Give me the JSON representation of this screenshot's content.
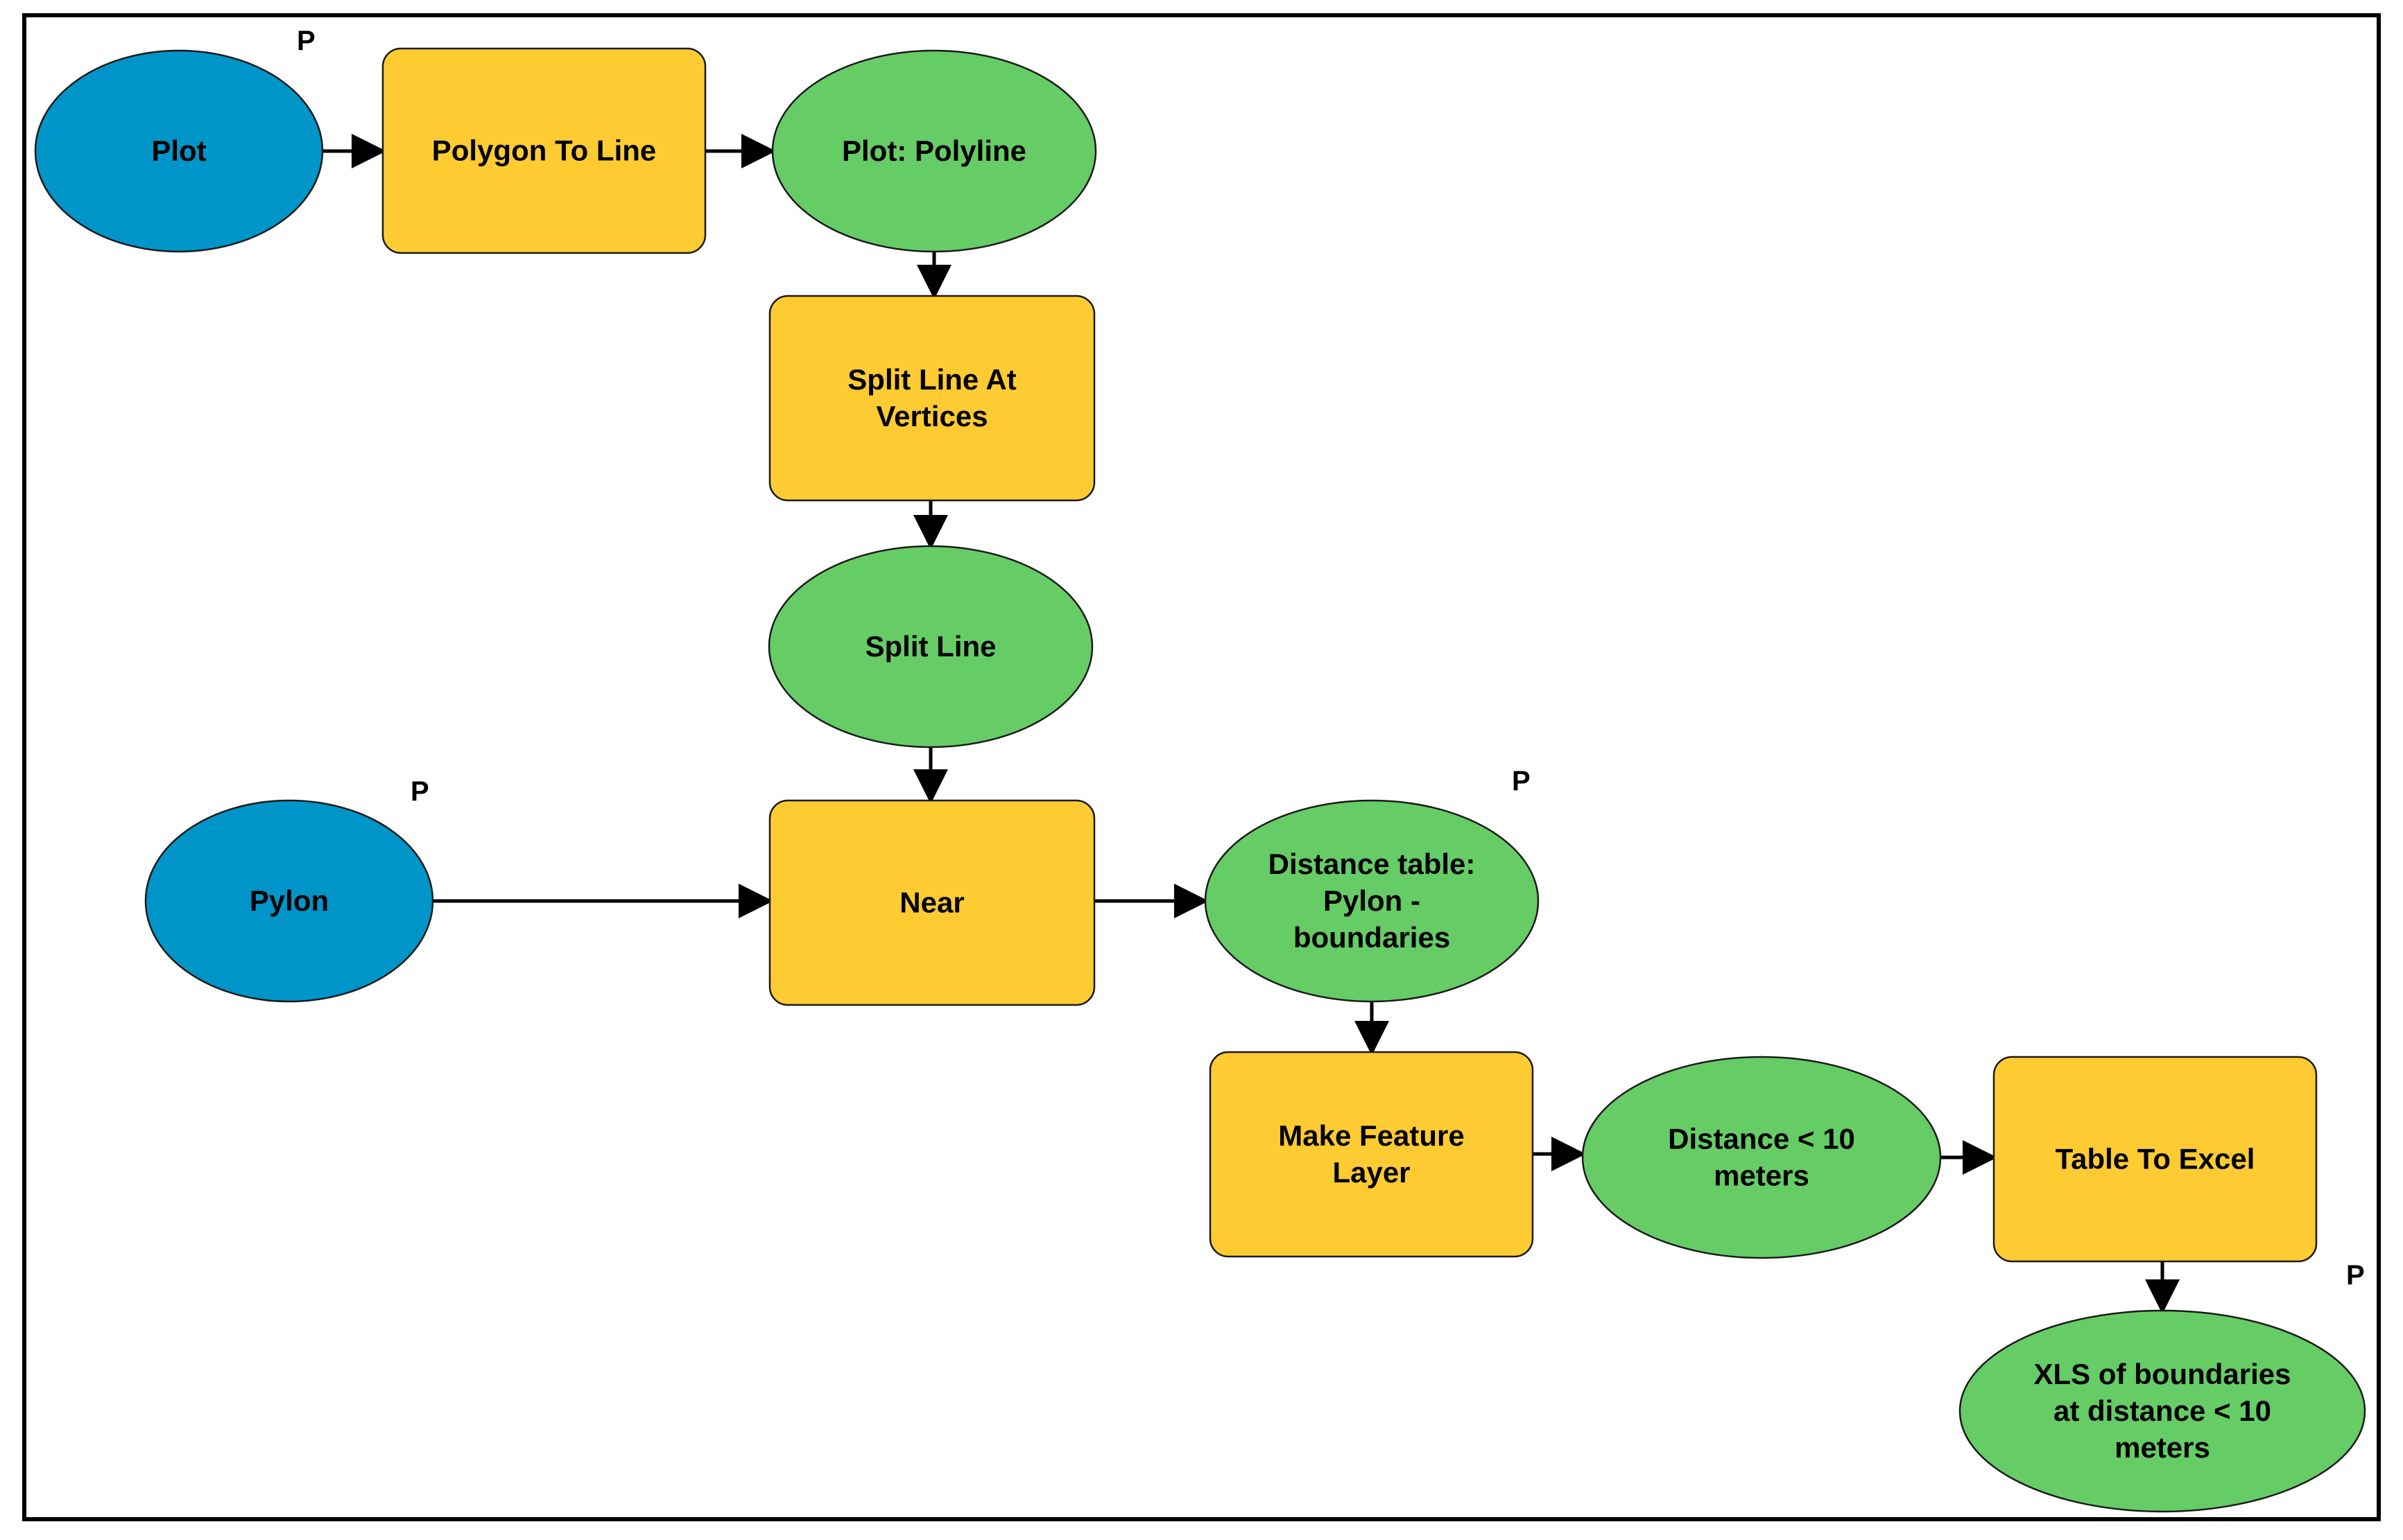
{
  "colors": {
    "input": "#0095c8",
    "tool": "#ffcb33",
    "output": "#66cc66",
    "border": "#000000"
  },
  "nodes": {
    "plot": {
      "kind": "input",
      "lines": [
        "Plot"
      ],
      "param": "P"
    },
    "polygon_to_line": {
      "kind": "tool",
      "lines": [
        "Polygon To Line"
      ]
    },
    "plot_polyline": {
      "kind": "output",
      "lines": [
        "Plot: Polyline"
      ]
    },
    "split_line_at_vertices": {
      "kind": "tool",
      "lines": [
        "Split Line At",
        "Vertices"
      ]
    },
    "split_line": {
      "kind": "output",
      "lines": [
        "Split Line"
      ]
    },
    "pylon": {
      "kind": "input",
      "lines": [
        "Pylon"
      ],
      "param": "P"
    },
    "near": {
      "kind": "tool",
      "lines": [
        "Near"
      ]
    },
    "distance_table": {
      "kind": "output",
      "lines": [
        "Distance table:",
        "Pylon -",
        "boundaries"
      ],
      "param": "P"
    },
    "make_feature_layer": {
      "kind": "tool",
      "lines": [
        "Make Feature",
        "Layer"
      ]
    },
    "distance_lt_10": {
      "kind": "output",
      "lines": [
        "Distance < 10",
        "meters"
      ]
    },
    "table_to_excel": {
      "kind": "tool",
      "lines": [
        "Table To Excel"
      ]
    },
    "xls_output": {
      "kind": "output",
      "lines": [
        "XLS of boundaries",
        "at distance < 10",
        "meters"
      ],
      "param": "P"
    }
  },
  "edges": [
    [
      "plot",
      "polygon_to_line"
    ],
    [
      "polygon_to_line",
      "plot_polyline"
    ],
    [
      "plot_polyline",
      "split_line_at_vertices"
    ],
    [
      "split_line_at_vertices",
      "split_line"
    ],
    [
      "split_line",
      "near"
    ],
    [
      "pylon",
      "near"
    ],
    [
      "near",
      "distance_table"
    ],
    [
      "distance_table",
      "make_feature_layer"
    ],
    [
      "make_feature_layer",
      "distance_lt_10"
    ],
    [
      "distance_lt_10",
      "table_to_excel"
    ],
    [
      "table_to_excel",
      "xls_output"
    ]
  ]
}
